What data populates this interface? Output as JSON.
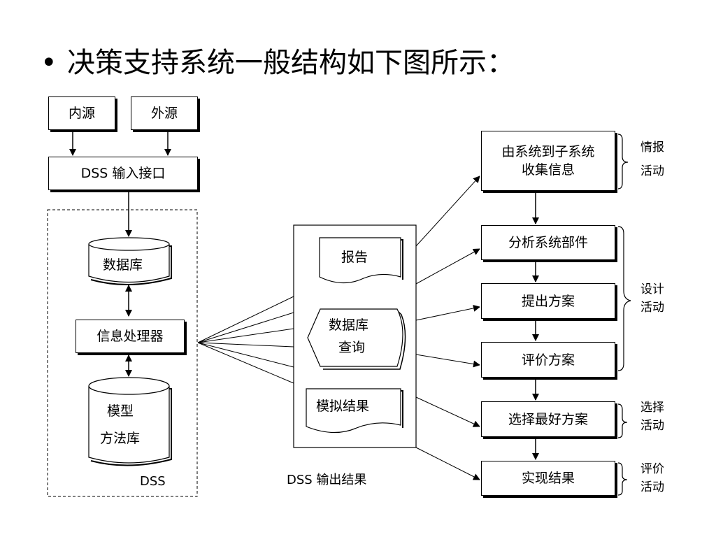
{
  "title": "决策支持系统一般结构如下图所示：",
  "bullet": "•",
  "left": {
    "inner_source": "内源",
    "outer_source": "外源",
    "input_interface": "DSS 输入接口",
    "database": "数据库",
    "info_processor": "信息处理器",
    "model_line1": "模型",
    "model_line2": "方法库",
    "dss_label": "DSS"
  },
  "middle": {
    "report": "报告",
    "db_query_line1": "数据库",
    "db_query_line2": "查询",
    "simulation": "模拟结果",
    "output_label": "DSS 输出结果"
  },
  "right": {
    "collect_line1": "由系统到子系统",
    "collect_line2": "收集信息",
    "analyze": "分析系统部件",
    "propose": "提出方案",
    "evaluate": "评价方案",
    "choose": "选择最好方案",
    "implement": "实现结果"
  },
  "activities": {
    "intel_1": "情报",
    "intel_2": "活动",
    "design_1": "设计",
    "design_2": "活动",
    "choice_1": "选择",
    "choice_2": "活动",
    "review_1": "评价",
    "review_2": "活动"
  }
}
